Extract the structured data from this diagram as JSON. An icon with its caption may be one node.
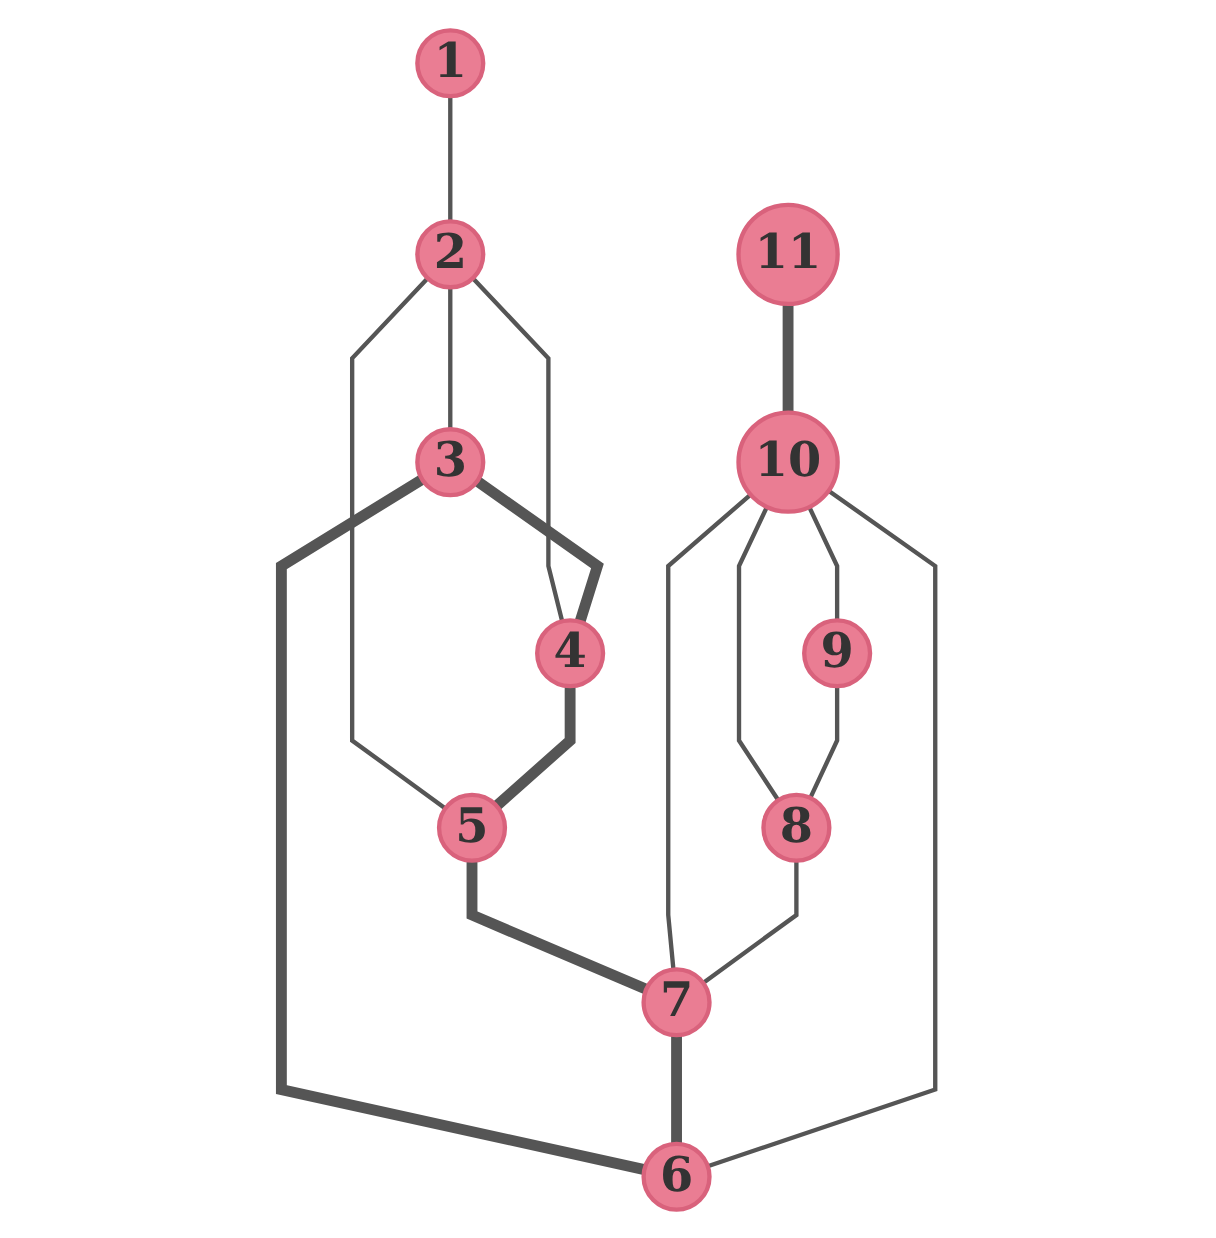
{
  "diagram": {
    "nodes": [
      {
        "text": [
          "1"
        ]
      },
      {
        "text": [
          "2"
        ]
      },
      {
        "text": [
          "3"
        ]
      },
      {
        "text": [
          "4"
        ]
      },
      {
        "text": [
          "5"
        ]
      },
      {
        "text": [
          "6"
        ]
      },
      {
        "text": [
          "7"
        ]
      },
      {
        "text": [
          "8"
        ]
      },
      {
        "text": [
          "9"
        ]
      },
      {
        "text": [
          "10"
        ]
      },
      {
        "text": [
          "11"
        ]
      }
    ],
    "edges": [
      {
        "from": 10,
        "to": 9,
        "arrow": "none",
        "style": "thick"
      },
      {
        "from": 0,
        "to": 1,
        "arrow": "none"
      },
      {
        "from": 1,
        "to": 2,
        "arrow": "none"
      },
      {
        "from": 1,
        "to": 3,
        "arrow": "none"
      },
      {
        "from": 1,
        "to": 4,
        "arrow": "none"
      },
      {
        "from": 2,
        "to": 3,
        "arrow": "none",
        "style": "thick"
      },
      {
        "from": 2,
        "to": 5,
        "arrow": "none",
        "style": "thick"
      },
      {
        "from": 3,
        "to": 4,
        "arrow": "none",
        "style": "thick"
      },
      {
        "from": 4,
        "to": 6,
        "arrow": "none",
        "style": "thick"
      },
      {
        "from": 6,
        "to": 5,
        "arrow": "none",
        "style": "thick"
      },
      {
        "from": 9,
        "to": 8,
        "arrow": "none"
      },
      {
        "from": 9,
        "to": 7,
        "arrow": "none"
      },
      {
        "from": 9,
        "to": 6,
        "arrow": "none"
      },
      {
        "from": 9,
        "to": 5,
        "arrow": "none"
      },
      {
        "from": 8,
        "to": 7,
        "arrow": "none"
      },
      {
        "from": 7,
        "to": 6,
        "arrow": "none"
      }
    ]
  }
}
